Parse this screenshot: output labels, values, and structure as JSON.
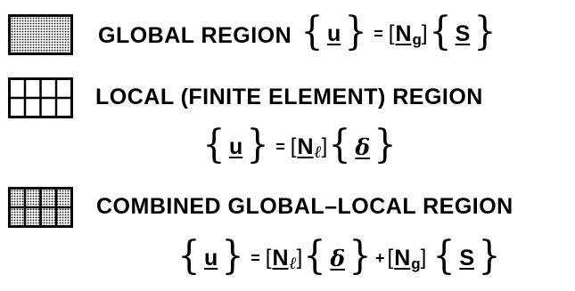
{
  "legend": {
    "global": {
      "label": "GLOBAL REGION",
      "vector_u": "u",
      "equals": "=",
      "matrix": "N",
      "matrix_sub": "g",
      "vector_s": "S"
    },
    "local": {
      "label": "LOCAL (FINITE ELEMENT) REGION",
      "vector_u": "u",
      "equals": "=",
      "matrix": "N",
      "matrix_sub": "ℓ",
      "vector_delta": "δ"
    },
    "combined": {
      "label": "COMBINED GLOBAL–LOCAL REGION",
      "vector_u": "u",
      "equals": "=",
      "matrix1": "N",
      "matrix1_sub": "ℓ",
      "vector_delta": "δ",
      "plus": "+",
      "matrix2": "N",
      "matrix2_sub": "g",
      "vector_s": "S"
    }
  },
  "icons": {
    "global": "dotted-fill-square-icon",
    "local": "grid-square-icon",
    "combined": "dotted-grid-square-icon"
  },
  "colors": {
    "ink": "#000000",
    "background": "#ffffff"
  }
}
